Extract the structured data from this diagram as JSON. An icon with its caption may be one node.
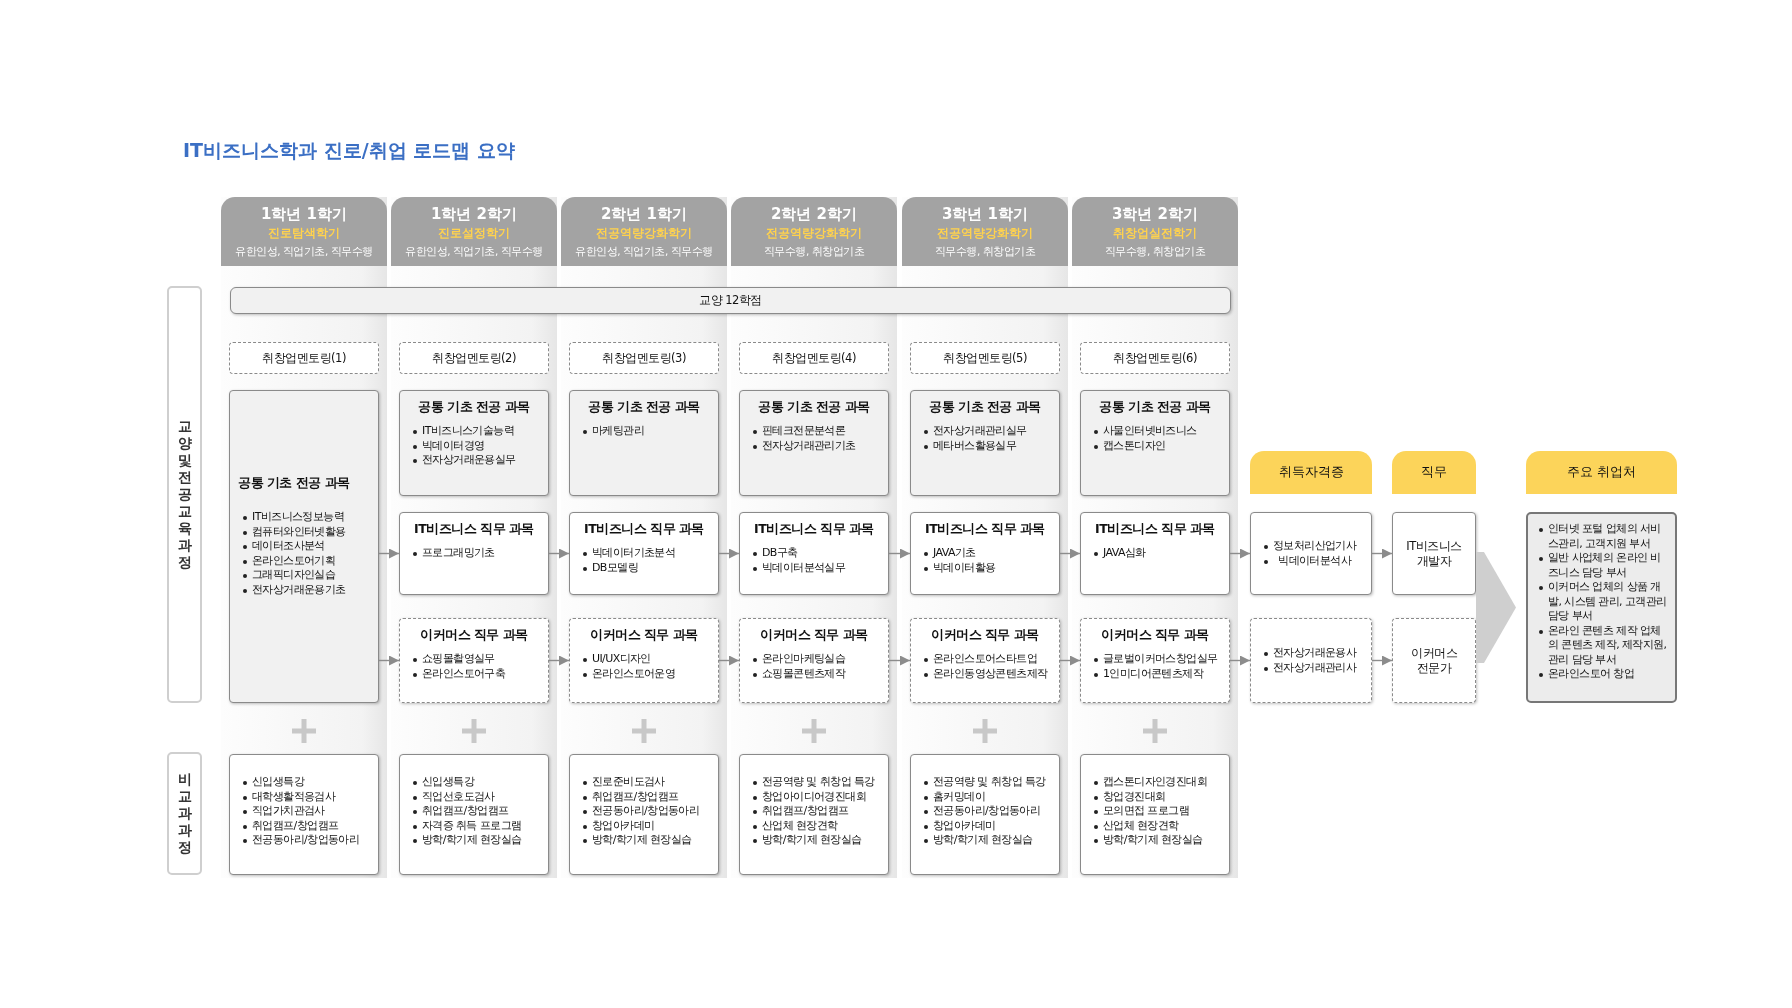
{
  "diagram": {
    "title": "IT비즈니스학과 진로/취업 로드맵 요약",
    "nodes": [
      {
        "text": [
          "교양 및 전공 교육과정"
        ]
      },
      {
        "text": [
          "비교과 과정"
        ]
      },
      {
        "text": [
          "교양 12학점"
        ]
      },
      {
        "text": [
          "1학년 1학기",
          "진로탐색학기",
          "유한인성, 직업기초, 직무수행"
        ]
      },
      {
        "text": [
          "취창업멘토링(1)"
        ],
        "in": 3
      },
      {
        "text": [
          "공통 기초 전공 과목",
          "IT비즈니스정보능력",
          "컴퓨터와인터넷활용",
          "데이터조사분석",
          "온라인스토어기획",
          "그래픽디자인실습",
          "전자상거래운용기초"
        ],
        "in": 3
      },
      {
        "text": [
          "신입생특강",
          "대학생활적응검사",
          "직업가치관검사",
          "취업캠프/창업캠프",
          "전공동아리/창업동아리"
        ],
        "in": 3
      },
      {
        "text": [
          "1학년 2학기",
          "진로설정학기",
          "유한인성, 직업기초, 직무수행"
        ]
      },
      {
        "text": [
          "취창업멘토링(2)"
        ],
        "in": 7
      },
      {
        "text": [
          "공통 기초 전공 과목",
          "IT비즈니스기술능력",
          "빅데이터경영",
          "전자상거래운용실무"
        ],
        "in": 7
      },
      {
        "text": [
          "IT비즈니스 직무 과목",
          "프로그래밍기초"
        ],
        "in": 7
      },
      {
        "text": [
          "이커머스 직무 과목",
          "쇼핑몰촬영실무",
          "온라인스토어구축"
        ],
        "in": 7
      },
      {
        "text": [
          "신입생특강",
          "직업선호도검사",
          "취업캠프/창업캠프",
          "자격증 취득 프로그램",
          "방학/학기제 현장실습"
        ],
        "in": 7
      },
      {
        "text": [
          "2학년 1학기",
          "전공역량강화학기",
          "유한인성, 직업기초, 직무수행"
        ]
      },
      {
        "text": [
          "취창업멘토링(3)"
        ],
        "in": 13
      },
      {
        "text": [
          "공통 기초 전공 과목",
          "마케팅관리"
        ],
        "in": 13
      },
      {
        "text": [
          "IT비즈니스 직무 과목",
          "빅데이터기초분석",
          "DB모델링"
        ],
        "in": 13
      },
      {
        "text": [
          "이커머스 직무 과목",
          "UI/UX디자인",
          "온라인스토어운영"
        ],
        "in": 13
      },
      {
        "text": [
          "진로준비도검사",
          "취업캠프/창업캠프",
          "전공동아리/창업동아리",
          "창업아카데미",
          "방학/학기제 현장실습"
        ],
        "in": 13
      },
      {
        "text": [
          "2학년 2학기",
          "전공역량강화학기",
          "직무수행, 취창업기초"
        ]
      },
      {
        "text": [
          "취창업멘토링(4)"
        ],
        "in": 19
      },
      {
        "text": [
          "공통 기초 전공 과목",
          "핀테크전문분석론",
          "전자상거래관리기초"
        ],
        "in": 19
      },
      {
        "text": [
          "IT비즈니스 직무 과목",
          "DB구축",
          "빅데이터분석실무"
        ],
        "in": 19
      },
      {
        "text": [
          "이커머스 직무 과목",
          "온라인마케팅실습",
          "쇼핑몰콘텐츠제작"
        ],
        "in": 19
      },
      {
        "text": [
          "전공역량 및 취창업 특강",
          "창업아이디어경진대회",
          "취업캠프/창업캠프",
          "산업체 현장견학",
          "방학/학기제 현장실습"
        ],
        "in": 19
      },
      {
        "text": [
          "3학년 1학기",
          "전공역량강화학기",
          "직무수행, 취창업기초"
        ]
      },
      {
        "text": [
          "취창업멘토링(5)"
        ],
        "in": 25
      },
      {
        "text": [
          "공통 기초 전공 과목",
          "전자상거래관리실무",
          "메타버스활용실무"
        ],
        "in": 25
      },
      {
        "text": [
          "IT비즈니스 직무 과목",
          "JAVA기초",
          "빅데이터활용"
        ],
        "in": 25
      },
      {
        "text": [
          "이커머스 직무 과목",
          "온라인스토어스타트업",
          "온라인동영상콘텐츠제작"
        ],
        "in": 25
      },
      {
        "text": [
          "전공역량 및 취창업 특강",
          "홈커밍데이",
          "전공동아리/창업동아리",
          "창업아카데미",
          "방학/학기제 현장실습"
        ],
        "in": 25
      },
      {
        "text": [
          "3학년 2학기",
          "취창업실전학기",
          "직무수행, 취창업기초"
        ]
      },
      {
        "text": [
          "취창업멘토링(6)"
        ],
        "in": 31
      },
      {
        "text": [
          "공통 기초 전공 과목",
          "사물인터넷비즈니스",
          "캡스톤디자인"
        ],
        "in": 31
      },
      {
        "text": [
          "IT비즈니스 직무 과목",
          "JAVA심화"
        ],
        "in": 31
      },
      {
        "text": [
          "이커머스 직무 과목",
          "글로벌이커머스창업실무",
          "1인미디어콘텐츠제작"
        ],
        "in": 31
      },
      {
        "text": [
          "캡스톤디자인경진대회",
          "창업경진대회",
          "모의면접 프로그램",
          "산업체 현장견학",
          "방학/학기제 현장실습"
        ],
        "in": 31
      },
      {
        "text": [
          "취득자격증"
        ]
      },
      {
        "text": [
          "직무"
        ]
      },
      {
        "text": [
          "주요 취업처"
        ]
      },
      {
        "text": [
          "정보처리산업기사",
          "빅데이터분석사"
        ]
      },
      {
        "text": [
          "전자상거래운용사",
          "전자상거래관리사"
        ]
      },
      {
        "text": [
          "IT비즈니스 개발자"
        ]
      },
      {
        "text": [
          "이커머스 전문가"
        ]
      },
      {
        "text": [
          "인터넷 포털 업체의 서비스관리, 고객지원 부서",
          "일반 사업체의 온라인 비즈니스 담당 부서",
          "이커머스 업체의 상품 개발, 시스템 관리, 고객관리 담당 부서",
          "온라인 콘텐츠 제작 업체의 콘텐츠 제작, 제작지원, 관리 담당 부서",
          "온라인스토어 창업"
        ]
      }
    ],
    "edges": [
      {
        "from": 5,
        "to": 10,
        "arrow": "to"
      },
      {
        "from": 5,
        "to": 11,
        "arrow": "to"
      },
      {
        "from": 10,
        "to": 16,
        "arrow": "to"
      },
      {
        "from": 16,
        "to": 22,
        "arrow": "to"
      },
      {
        "from": 22,
        "to": 28,
        "arrow": "to"
      },
      {
        "from": 28,
        "to": 34,
        "arrow": "to"
      },
      {
        "from": 34,
        "to": 40,
        "arrow": "to"
      },
      {
        "from": 40,
        "to": 42,
        "arrow": "to"
      },
      {
        "from": 11,
        "to": 17,
        "arrow": "to"
      },
      {
        "from": 17,
        "to": 23,
        "arrow": "to"
      },
      {
        "from": 23,
        "to": 29,
        "arrow": "to"
      },
      {
        "from": 29,
        "to": 35,
        "arrow": "to"
      },
      {
        "from": 35,
        "to": 41,
        "arrow": "to"
      },
      {
        "from": 41,
        "to": 43,
        "arrow": "to"
      },
      {
        "from": 42,
        "to": 44,
        "arrow": "to",
        "style": "thick"
      },
      {
        "from": 43,
        "to": 44,
        "arrow": "to",
        "style": "thick"
      }
    ]
  }
}
